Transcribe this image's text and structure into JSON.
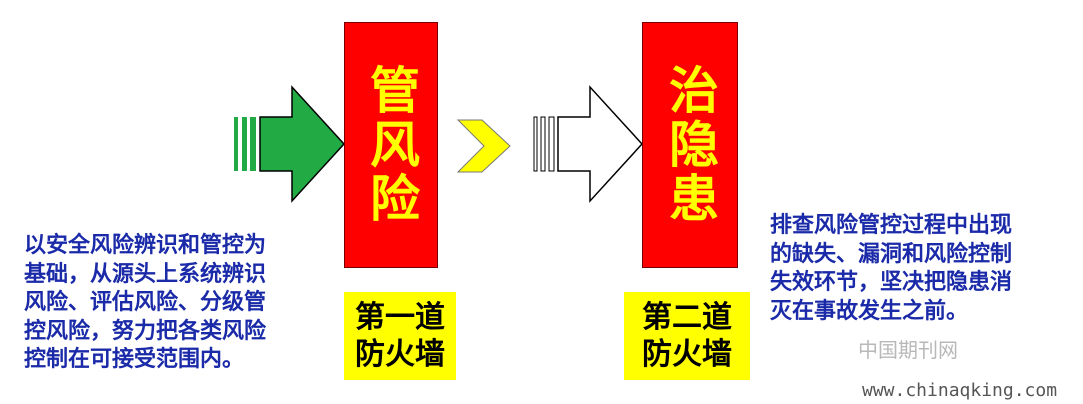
{
  "box1": {
    "label": "管风险",
    "sub": "第一道\n防火墙"
  },
  "box2": {
    "label": "治隐患",
    "sub": "第二道\n防火墙"
  },
  "left_desc": "以安全风险辨识和管控为\n基础，从源头上系统辨识\n风险、评估风险、分级管\n控风险，努力把各类风险\n控制在可接受范围内。",
  "right_desc": "排查风险管控过程中出现\n的缺失、漏洞和风险控制\n失效环节，坚决把隐患消\n灭在事故发生之前。",
  "watermark": {
    "cn": "中国期刊网",
    "url": "www.chinaqking.com"
  },
  "colors": {
    "red": "#ff0000",
    "yellow": "#ffff00",
    "green": "#22aa44",
    "blue": "#1a2aa8"
  }
}
